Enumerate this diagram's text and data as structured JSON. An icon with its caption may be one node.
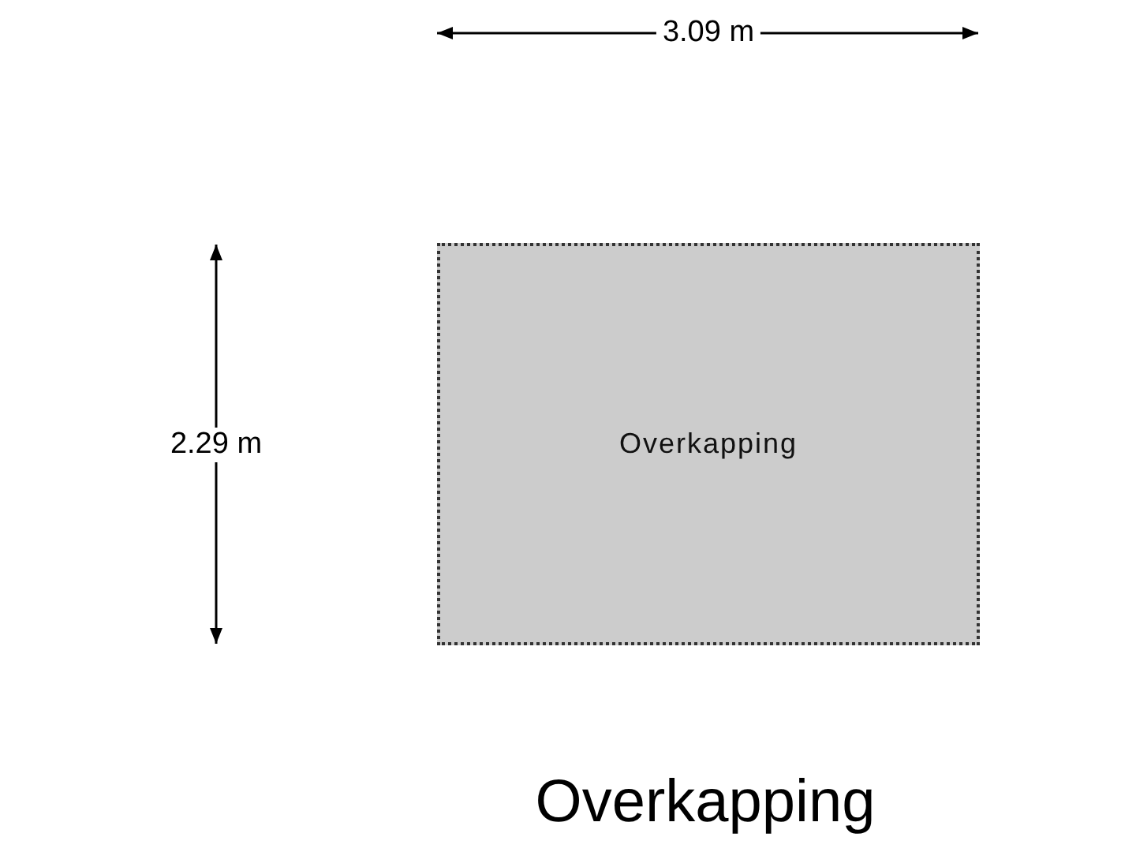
{
  "diagram": {
    "title": "Overkapping",
    "nodes": [
      {
        "text": [
          "Overkapping"
        ]
      }
    ],
    "labels": [
      "3.09 m",
      "2.29 m"
    ]
  }
}
